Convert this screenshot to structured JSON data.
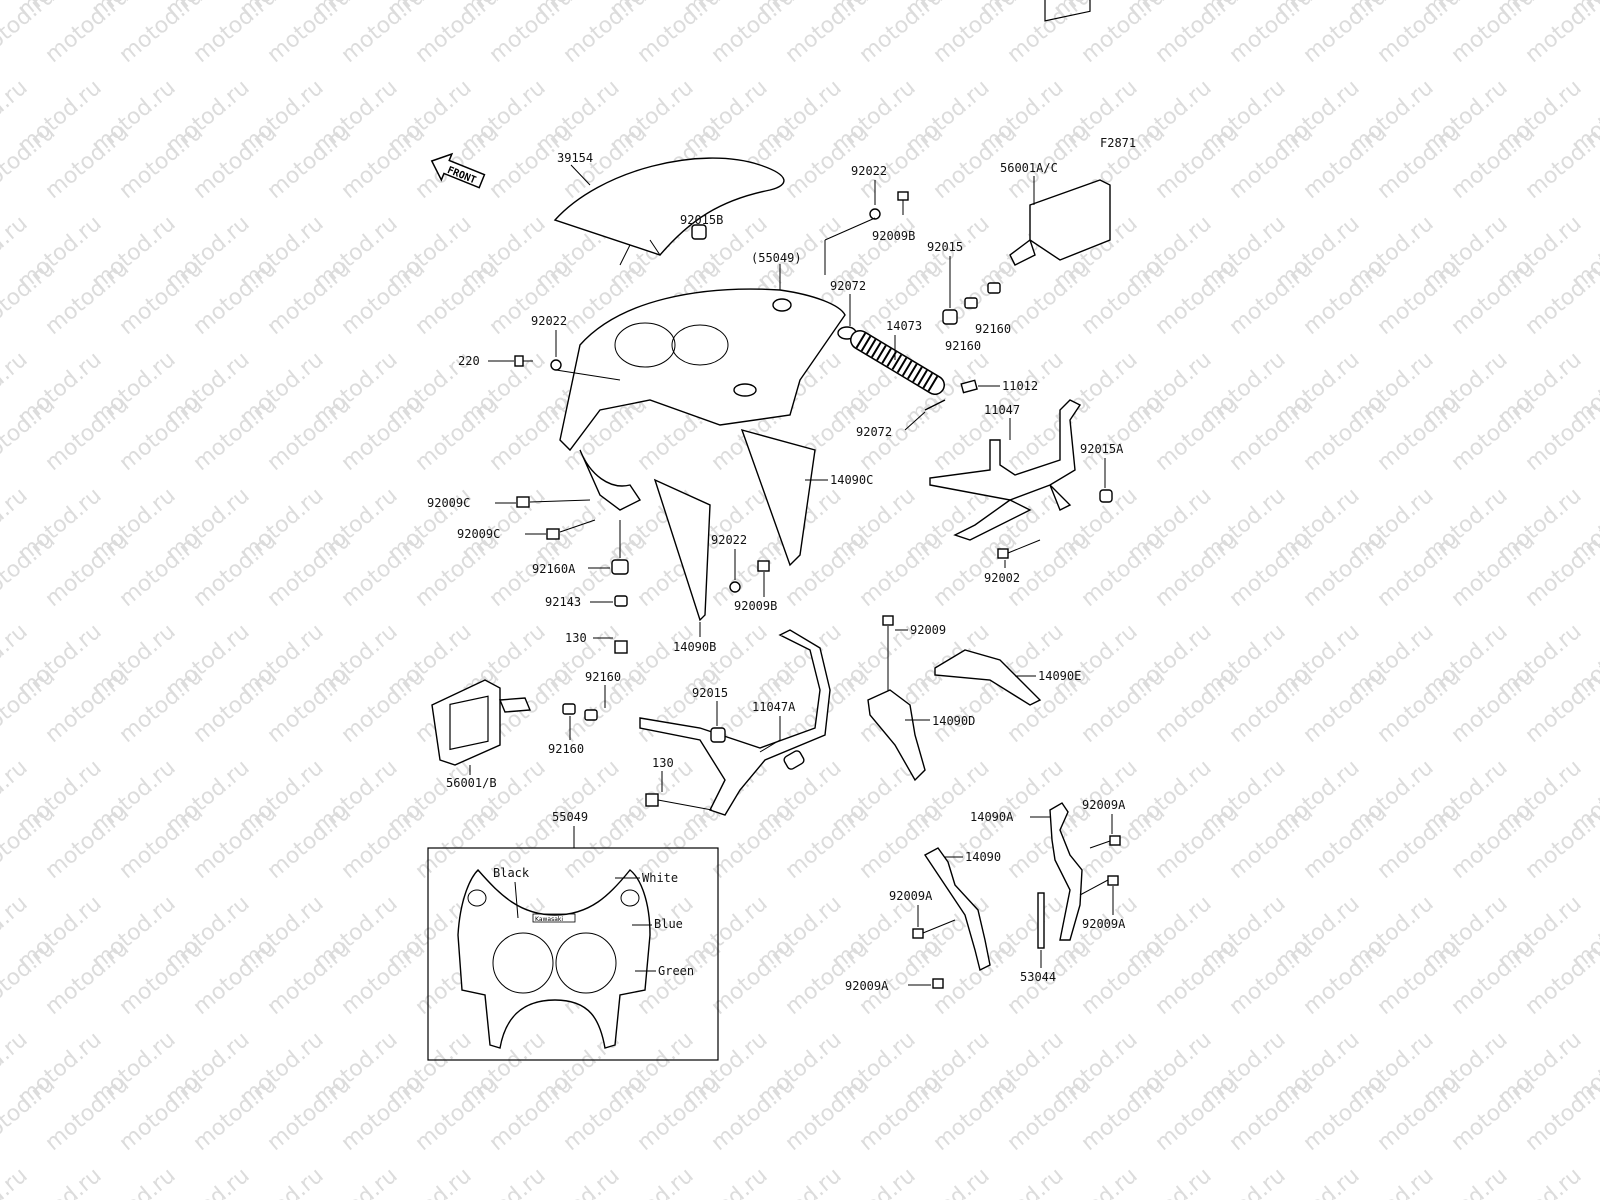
{
  "watermark": "motod.ru",
  "figure_code": "F2871",
  "front_label": "FRONT",
  "parts": {
    "p39154": "39154",
    "p92015B": "92015B",
    "p92022_top": "92022",
    "p92009B_top": "92009B",
    "p56001AC": "56001A/C",
    "p55049_paren": "(55049)",
    "p92072_a": "92072",
    "p92015_top": "92015",
    "p92160_a": "92160",
    "p92160_b": "92160",
    "p14073": "14073",
    "p92022_left": "92022",
    "p220": "220",
    "p11012": "11012",
    "p11047": "11047",
    "p92072_b": "92072",
    "p92015A": "92015A",
    "p14090C": "14090C",
    "p92009C_a": "92009C",
    "p92009C_b": "92009C",
    "p92022_mid": "92022",
    "p92160A": "92160A",
    "p92009B_mid": "92009B",
    "p92002": "92002",
    "p92143": "92143",
    "p14090B": "14090B",
    "p130_a": "130",
    "p92009": "92009",
    "p92160_c": "92160",
    "p92015_mid": "92015",
    "p11047A": "11047A",
    "p14090E": "14090E",
    "p14090D": "14090D",
    "p92160_d": "92160",
    "p56001B": "56001/B",
    "p130_b": "130",
    "p55049": "55049",
    "p14090A": "14090A",
    "p92009A_a": "92009A",
    "p14090": "14090",
    "p92009A_b": "92009A",
    "p92009A_c": "92009A",
    "p92009A_d": "92009A",
    "p53044": "53044"
  },
  "color_key": {
    "black": "Black",
    "white": "White",
    "blue": "Blue",
    "green": "Green"
  },
  "logo_text": "Kawasaki"
}
